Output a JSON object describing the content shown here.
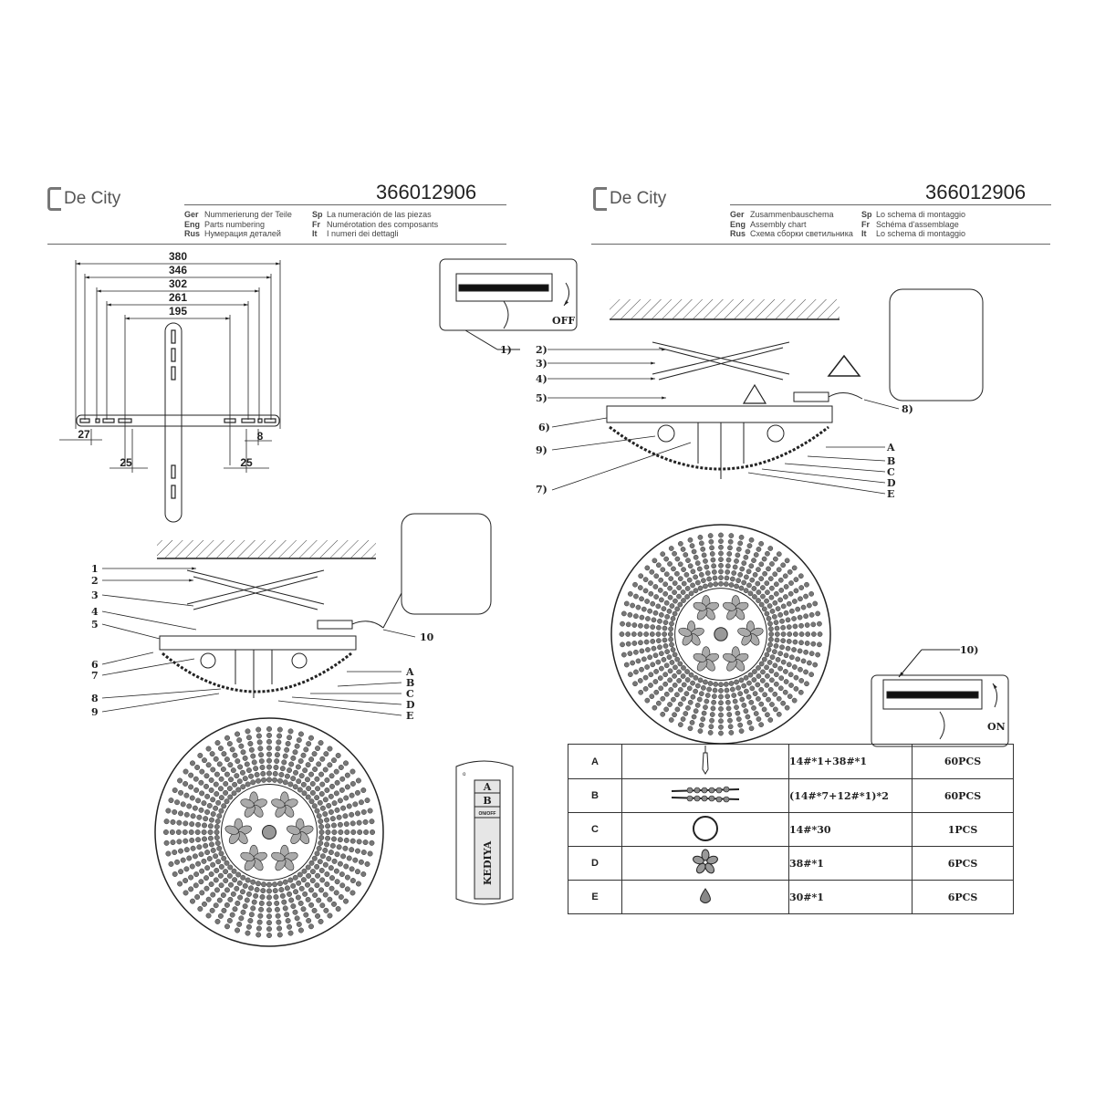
{
  "pages": [
    {
      "brand": "De City",
      "code": "366012906",
      "title": [
        {
          "lang": "Ger",
          "text": "Nummerierung der Teile"
        },
        {
          "lang": "Eng",
          "text": "Parts numbering"
        },
        {
          "lang": "Rus",
          "text": "Нумерация деталей"
        },
        {
          "lang": "Sp",
          "text": "La numeración de las piezas"
        },
        {
          "lang": "Fr",
          "text": "Numérotation des composants"
        },
        {
          "lang": "It",
          "text": "I numeri dei dettagli"
        }
      ]
    },
    {
      "brand": "De City",
      "code": "366012906",
      "title": [
        {
          "lang": "Ger",
          "text": "Zusammenbauschema"
        },
        {
          "lang": "Eng",
          "text": "Assembly chart"
        },
        {
          "lang": "Rus",
          "text": "Схема сборки светильника"
        },
        {
          "lang": "Sp",
          "text": "Lo schema di montaggio"
        },
        {
          "lang": "Fr",
          "text": "Schéma d'assemblage"
        },
        {
          "lang": "It",
          "text": "Lo schema di montaggio"
        }
      ]
    }
  ],
  "dimensions": [
    "380",
    "346",
    "302",
    "261",
    "195",
    "27",
    "25",
    "25",
    "8"
  ],
  "left_labels": [
    "1",
    "2",
    "3",
    "4",
    "5",
    "6",
    "7",
    "8",
    "9",
    "10"
  ],
  "left_letters": [
    "A",
    "B",
    "C",
    "D",
    "E"
  ],
  "right_labels": [
    "1)",
    "2)",
    "3)",
    "4)",
    "5)",
    "6)",
    "7)",
    "8)",
    "9)",
    "10)"
  ],
  "right_letters": [
    "A",
    "B",
    "C",
    "D",
    "E"
  ],
  "switch_off": "OFF",
  "switch_on": "ON",
  "remote": {
    "buttons": [
      "A",
      "B",
      "ON/OFF"
    ],
    "brand": "KEDIYA",
    "mark": "o"
  },
  "parts_table": [
    {
      "letter": "A",
      "icon": "crystal-pendant",
      "spec": "14#*1+38#*1",
      "qty": "60PCS"
    },
    {
      "letter": "B",
      "icon": "bead-strand",
      "spec": "(14#*7+12#*1)*2",
      "qty": "60PCS"
    },
    {
      "letter": "C",
      "icon": "ring",
      "spec": "14#*30",
      "qty": "1PCS"
    },
    {
      "letter": "D",
      "icon": "flower-crystal",
      "spec": "38#*1",
      "qty": "6PCS"
    },
    {
      "letter": "E",
      "icon": "drop-crystal",
      "spec": "30#*1",
      "qty": "6PCS"
    }
  ]
}
